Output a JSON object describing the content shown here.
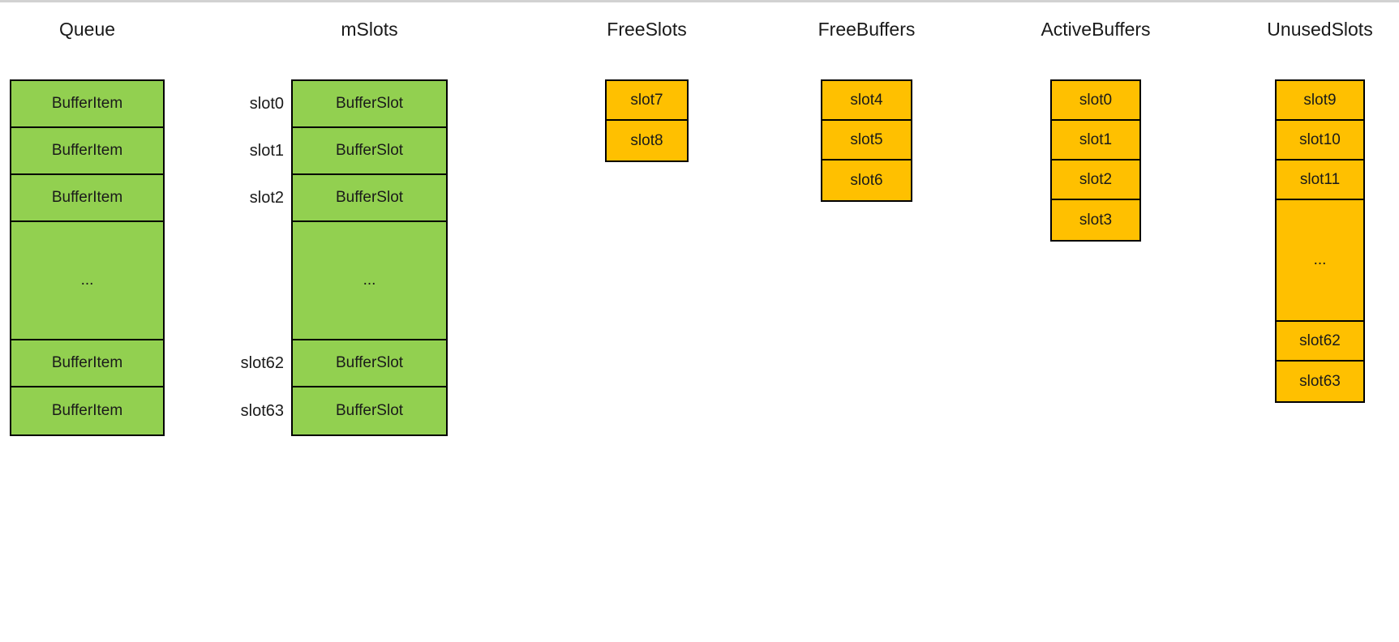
{
  "canvas": {
    "background": "#ffffff",
    "top_bar_color": "#d2d2d2"
  },
  "colors": {
    "green": "#92D050",
    "orange": "#FFC000",
    "border": "#000000",
    "text": "#1a1a1a"
  },
  "columns": [
    {
      "id": "queue",
      "title": "Queue",
      "fill": "green",
      "rows": [
        {
          "label": "BufferItem",
          "type": "item"
        },
        {
          "label": "BufferItem",
          "type": "item"
        },
        {
          "label": "BufferItem",
          "type": "item"
        },
        {
          "label": "...",
          "type": "ellipsis"
        },
        {
          "label": "BufferItem",
          "type": "item"
        },
        {
          "label": "BufferItem",
          "type": "item"
        }
      ]
    },
    {
      "id": "mslots",
      "title": "mSlots",
      "fill": "green",
      "rows": [
        {
          "label": "BufferSlot",
          "type": "item",
          "side_label": "slot0"
        },
        {
          "label": "BufferSlot",
          "type": "item",
          "side_label": "slot1"
        },
        {
          "label": "BufferSlot",
          "type": "item",
          "side_label": "slot2"
        },
        {
          "label": "...",
          "type": "ellipsis"
        },
        {
          "label": "BufferSlot",
          "type": "item",
          "side_label": "slot62"
        },
        {
          "label": "BufferSlot",
          "type": "item",
          "side_label": "slot63"
        }
      ]
    },
    {
      "id": "freeslots",
      "title": "FreeSlots",
      "fill": "orange",
      "rows": [
        {
          "label": "slot7",
          "type": "item"
        },
        {
          "label": "slot8",
          "type": "item"
        }
      ]
    },
    {
      "id": "freebuffers",
      "title": "FreeBuffers",
      "fill": "orange",
      "rows": [
        {
          "label": "slot4",
          "type": "item"
        },
        {
          "label": "slot5",
          "type": "item"
        },
        {
          "label": "slot6",
          "type": "item"
        }
      ]
    },
    {
      "id": "activebuffers",
      "title": "ActiveBuffers",
      "fill": "orange",
      "rows": [
        {
          "label": "slot0",
          "type": "item"
        },
        {
          "label": "slot1",
          "type": "item"
        },
        {
          "label": "slot2",
          "type": "item"
        },
        {
          "label": "slot3",
          "type": "item"
        }
      ]
    },
    {
      "id": "unusedslots",
      "title": "UnusedSlots",
      "fill": "orange",
      "rows": [
        {
          "label": "slot9",
          "type": "item"
        },
        {
          "label": "slot10",
          "type": "item"
        },
        {
          "label": "slot11",
          "type": "item"
        },
        {
          "label": "...",
          "type": "ellipsis"
        },
        {
          "label": "slot62",
          "type": "item"
        },
        {
          "label": "slot63",
          "type": "item"
        }
      ]
    }
  ]
}
